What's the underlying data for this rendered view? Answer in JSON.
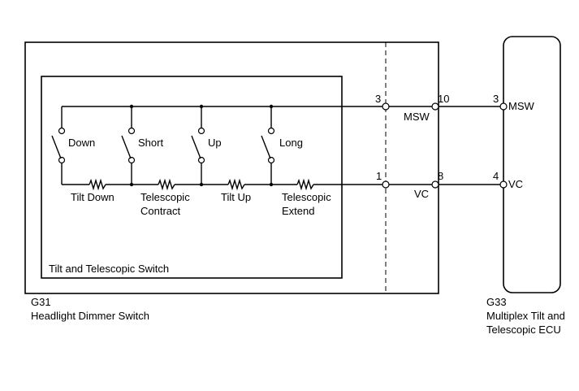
{
  "switches": {
    "down": "Down",
    "short": "Short",
    "up": "Up",
    "long": "Long"
  },
  "resistors": {
    "tilt_down": "Tilt Down",
    "telescopic_contract": [
      "Telescopic",
      "Contract"
    ],
    "tilt_up": "Tilt Up",
    "telescopic_extend": [
      "Telescopic",
      "Extend"
    ]
  },
  "tilt_switch_label": "Tilt and Telescopic Switch",
  "dimmer_switch": {
    "code": "G31",
    "name": "Headlight Dimmer Switch",
    "pins": {
      "top_inner": "3",
      "bottom_inner": "1",
      "top_outer": "10",
      "bottom_outer": "8"
    },
    "signals": {
      "top": "MSW",
      "bottom": "VC"
    }
  },
  "ecu": {
    "code": "G33",
    "name_lines": [
      "Multiplex Tilt and",
      "Telescopic ECU"
    ],
    "pins": {
      "top": "3",
      "bottom": "4"
    },
    "signals": {
      "top": "MSW",
      "bottom": "VC"
    }
  }
}
